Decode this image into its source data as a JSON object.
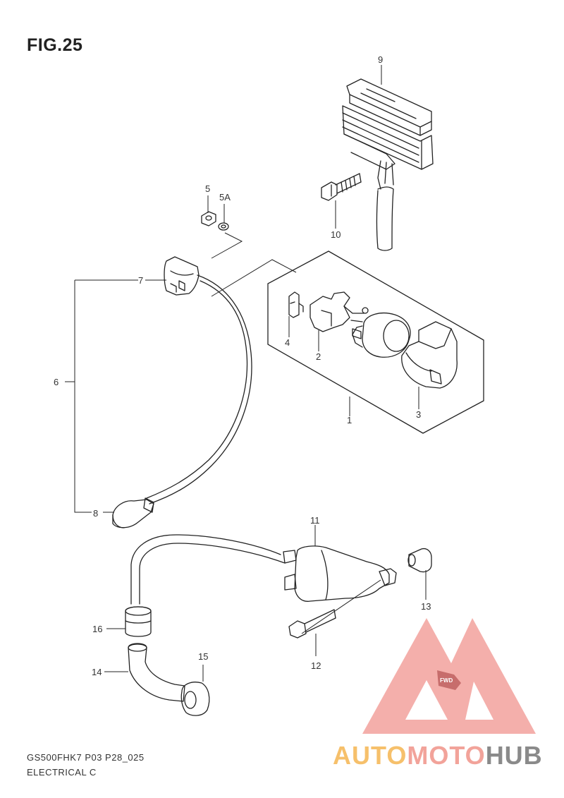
{
  "figure": {
    "title": "FIG.25",
    "code": "GS500FHK7 P03 P28_025",
    "section": "ELECTRICAL C"
  },
  "callouts": [
    "1",
    "2",
    "3",
    "4",
    "5",
    "5A",
    "6",
    "7",
    "8",
    "9",
    "10",
    "11",
    "12",
    "13",
    "14",
    "15",
    "16"
  ],
  "watermark": {
    "part_a": "AUTO",
    "part_b": "MOTO",
    "part_c": "HUB",
    "badge": "FWD",
    "colors": {
      "a": "#f6c06b",
      "b": "#f2a39a",
      "c": "#8a8a8a",
      "triangle": "#f08e88"
    }
  }
}
